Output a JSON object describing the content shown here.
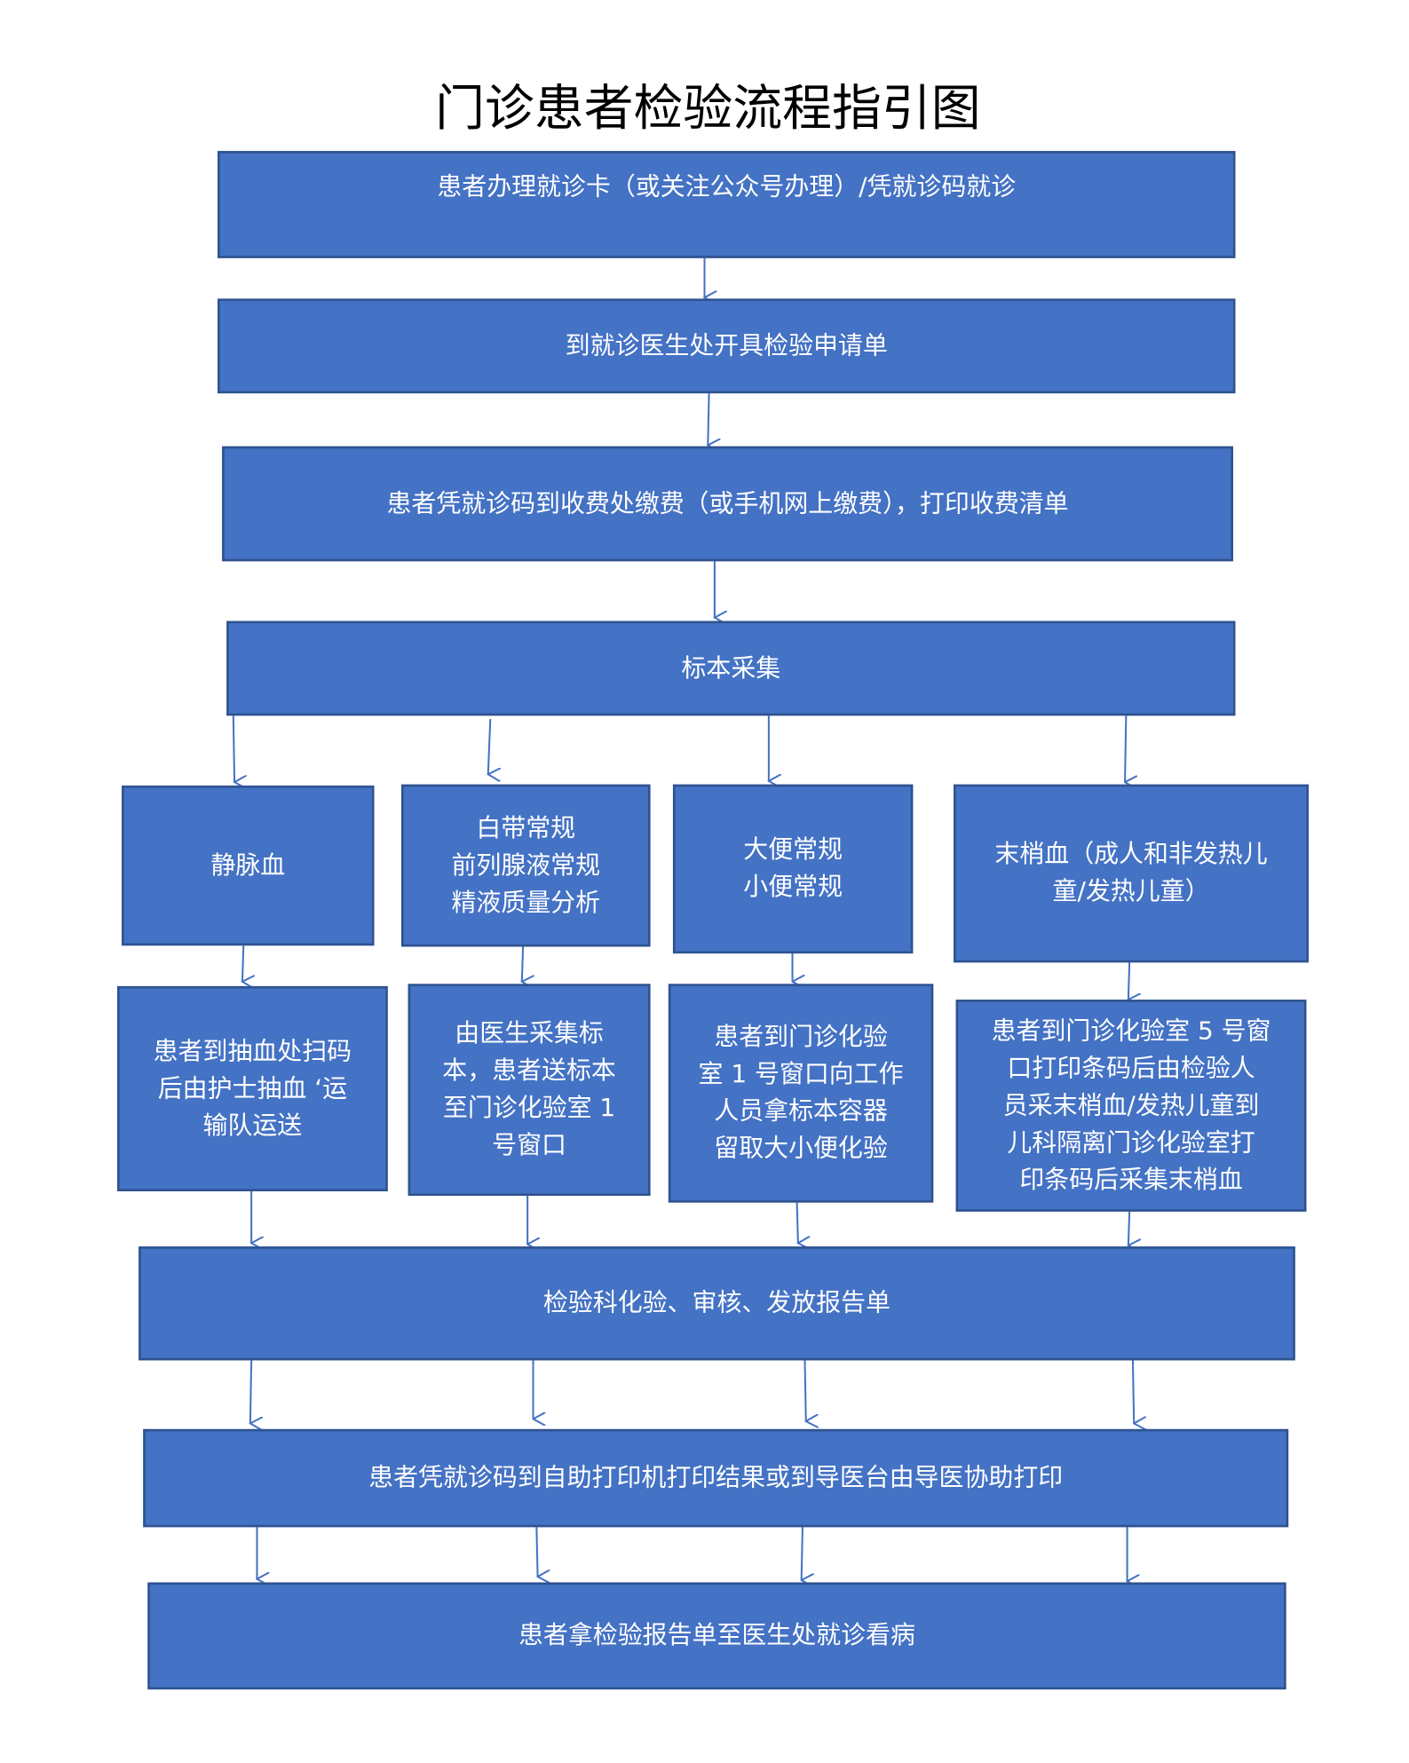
{
  "title": "门诊患者检验流程指引图",
  "colors": {
    "box_fill": "#4472C4",
    "box_border": "#2F528F",
    "arrow": "#4472C4",
    "text": "#FFFFFF"
  },
  "steps": {
    "register": "患者办理就诊卡（或关注公众号办理）/凭就诊码就诊",
    "doctor": "到就诊医生处开具检验申请单",
    "payment": "患者凭就诊码到收费处缴费（或手机网上缴费），打印收费清单",
    "collection": "标本采集",
    "types": [
      "静脉血",
      "白带常规\n前列腺液常规\n精液质量分析",
      "大便常规\n小便常规",
      "末梢血（成人和非发热儿\n童/发热儿童）"
    ],
    "procedures": [
      "患者到抽血处扫码\n后由护士抽血 ‘运\n输队运送",
      "由医生采集标\n本，患者送标本\n至门诊化验室 1\n号窗口",
      "患者到门诊化验\n室 1 号窗口向工作\n人员拿标本容器\n留取大小便化验",
      "患者到门诊化验室 5 号窗\n口打印条码后由检验人\n员采末梢血/发热儿童到\n儿科隔离门诊化验室打\n印条码后采集末梢血"
    ],
    "lab": "检验科化验、审核、发放报告单",
    "print": "患者凭就诊码到自助打印机打印结果或到导医台由导医协助打印",
    "final": "患者拿检验报告单至医生处就诊看病"
  }
}
